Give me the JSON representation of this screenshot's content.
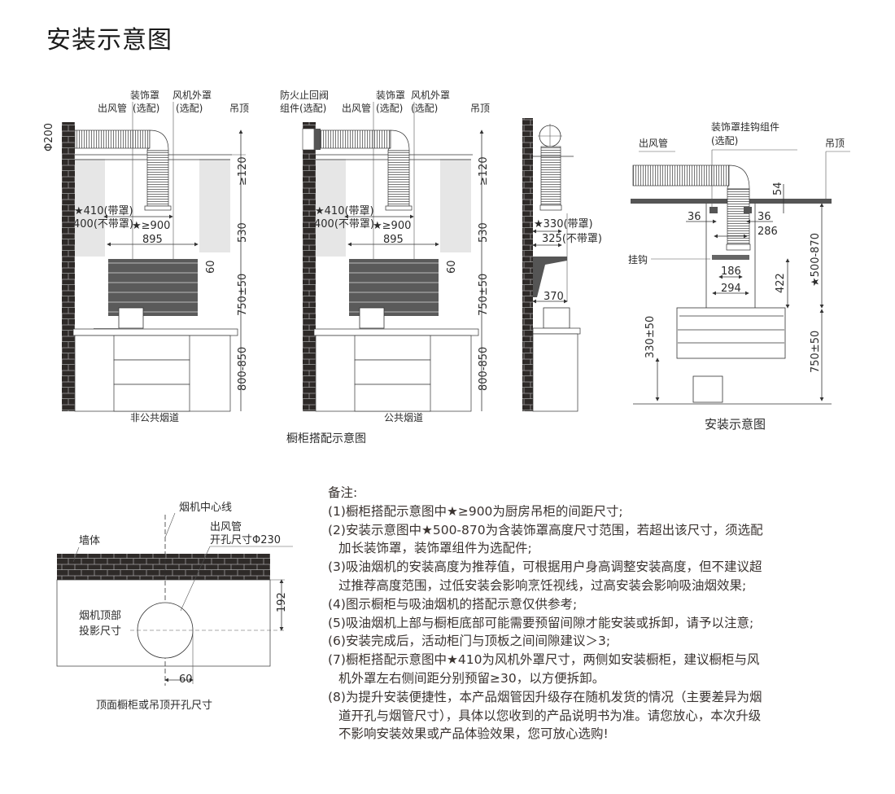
{
  "title": "安装示意图",
  "cabinet_diagrams": {
    "caption": "橱柜搭配示意图",
    "non_public": {
      "caption": "非公共烟道",
      "labels": {
        "decor_cover": "装饰罩",
        "decor_opt": "(选配)",
        "duct": "出风管",
        "fan_cover": "风机外罩",
        "fan_opt": "(选配)",
        "ceiling": "吊顶"
      },
      "dims": {
        "phi": "Φ200",
        "gap120": "≥120",
        "w410": "★410(带罩)",
        "w400": "400(不带罩)",
        "w900": "★≥900",
        "w895": "895",
        "h530": "530",
        "h60": "60",
        "h750": "750±50",
        "h800": "800-850"
      }
    },
    "public": {
      "caption": "公共烟道",
      "labels": {
        "valve": "防火止回阀",
        "valve_opt": "组件(选配)",
        "duct": "出风管",
        "decor_cover": "装饰罩",
        "decor_opt": "(选配)",
        "fan_cover": "风机外罩",
        "fan_opt": "(选配)",
        "ceiling": "吊顶"
      },
      "dims": {
        "gap120": "≥120",
        "w410": "★410(带罩)",
        "w400": "400(不带罩)",
        "w900": "★≥900",
        "w895": "895",
        "h530": "530",
        "h60": "60",
        "h750": "750±50",
        "h800": "800-850"
      }
    },
    "side": {
      "dims": {
        "d330": "★330(带罩)",
        "d325": "325(不带罩)",
        "d370": "370"
      }
    }
  },
  "install_diagram": {
    "caption": "安装示意图",
    "labels": {
      "hook_assembly": "装饰罩挂钩组件",
      "hook_opt": "(选配)",
      "duct": "出风管",
      "ceiling": "吊顶",
      "hook": "挂钩"
    },
    "dims": {
      "d54": "54",
      "d36a": "36",
      "d36b": "36",
      "d286": "286",
      "d186": "186",
      "d294": "294",
      "d422": "422",
      "d500": "★500-870",
      "d330": "330±50",
      "d750": "750±50"
    }
  },
  "hole_diagram": {
    "caption": "顶面橱柜或吊顶开孔尺寸",
    "labels": {
      "centerline": "烟机中心线",
      "wall": "墙体",
      "duct": "出风管",
      "hole": "开孔尺寸Φ230",
      "proj1": "烟机顶部",
      "proj2": "投影尺寸"
    },
    "dims": {
      "d192": "192",
      "d60": "60"
    }
  },
  "notes": {
    "heading": "备注:",
    "lines": [
      "(1)橱柜搭配示意图中★≥900为厨房吊柜的间距尺寸;",
      "(2)安装示意图中★500-870为含装饰罩高度尺寸范围，若超出该尺寸，须选配",
      "加长装饰罩，装饰罩组件为选配件;",
      "(3)吸油烟机的安装高度为推荐值，可根据用户身高调整安装高度，但不建议超",
      "过推荐高度范围，过低安装会影响烹饪视线，过高安装会影响吸油烟效果;",
      "(4)图示橱柜与吸油烟机的搭配示意仅供参考;",
      "(5)吸油烟机上部与橱柜底部可能需要预留间隙才能安装或拆卸，请予以注意;",
      "(6)安装完成后，活动柜门与顶板之间间隙建议＞3;",
      "(7)橱柜搭配示意图中★410为风机外罩尺寸，两侧如安装橱柜，建议橱柜与风",
      "机外罩左右侧间距分别预留≥30，以方便拆卸。",
      "(8)为提升安装便捷性，本产品烟管因升级存在随机发货的情况（主要差异为烟",
      "道开孔与烟管尺寸），具体以您收到的产品说明书为准。请您放心，本次升级",
      "不影响安装效果或产品体验效果，您可放心选购!"
    ]
  },
  "colors": {
    "wall": "#2e2a28",
    "cabinet": "#e6e6e6",
    "hood": "#555555",
    "text": "#3a3330"
  }
}
